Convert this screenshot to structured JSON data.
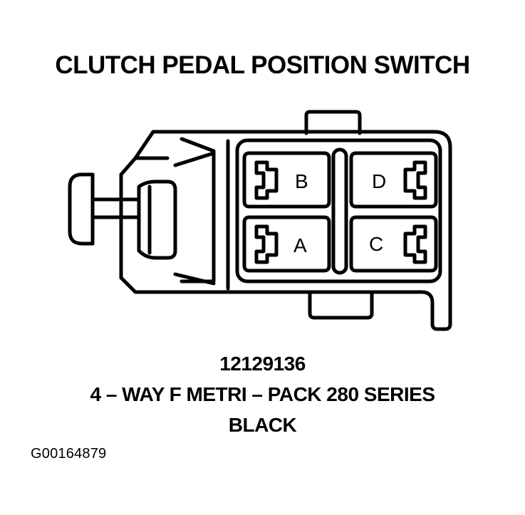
{
  "diagram": {
    "title": "CLUTCH PEDAL POSITION SWITCH",
    "part_number": "12129136",
    "connector_type": "4 – WAY F METRI – PACK 280 SERIES",
    "color": "BLACK",
    "figure_id": "G00164879"
  },
  "pins": {
    "a": "A",
    "b": "B",
    "c": "C",
    "d": "D"
  },
  "style": {
    "ink": "#000000",
    "paper": "#ffffff"
  }
}
